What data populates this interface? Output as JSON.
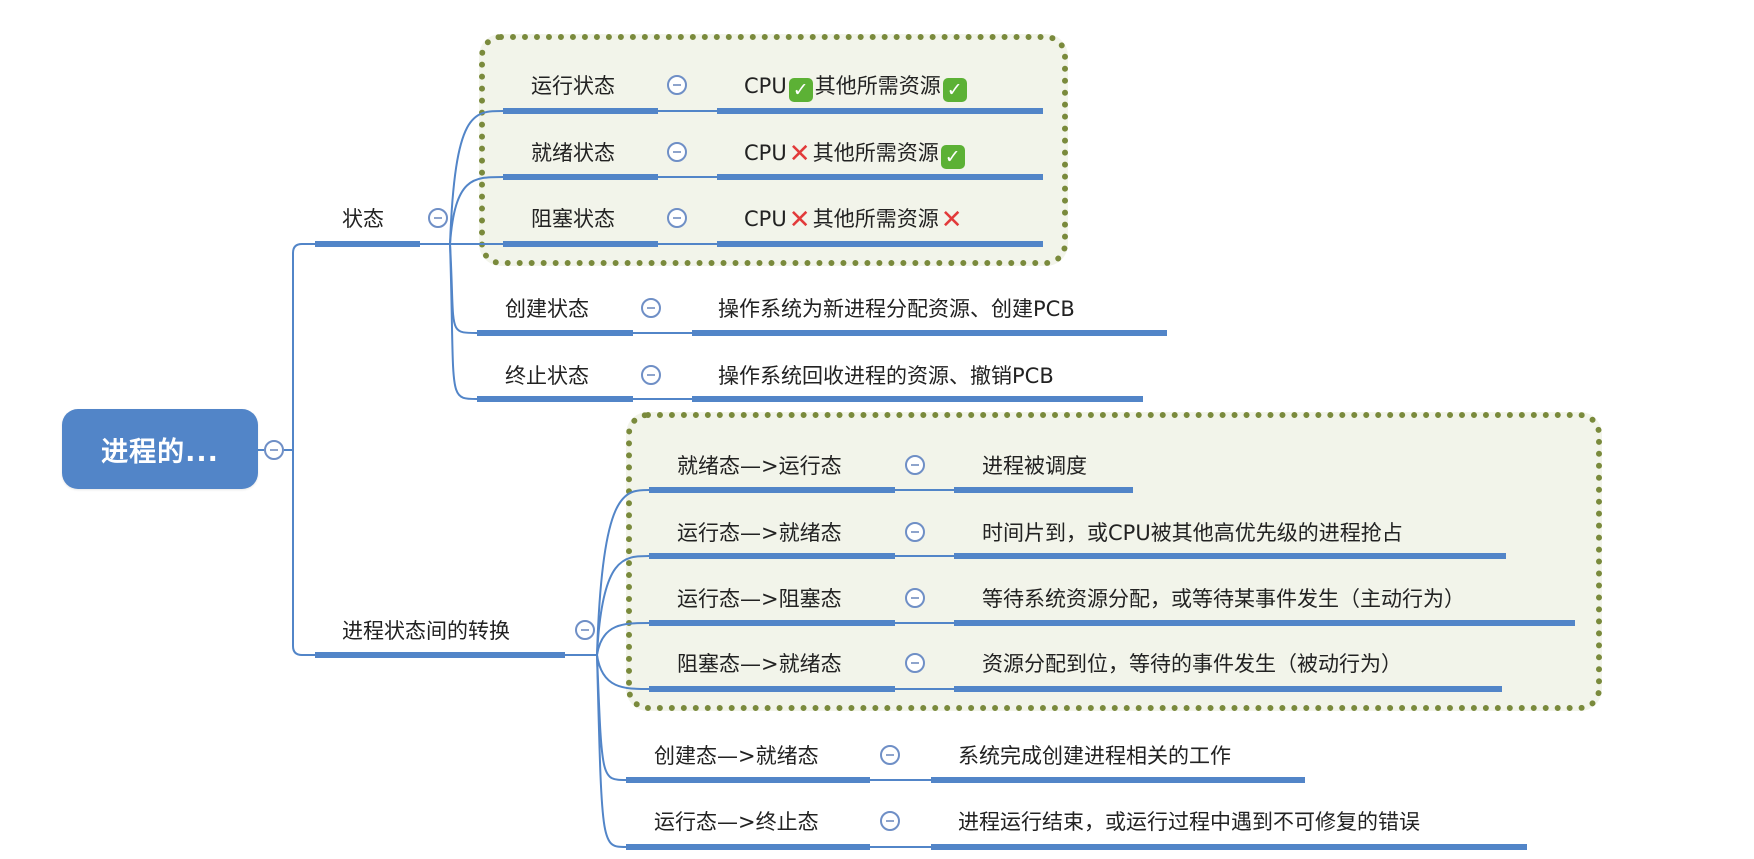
{
  "root": {
    "label": "进程的..."
  },
  "colors": {
    "branch": "#5285c8",
    "boundary_fill": "#f2f4ea",
    "boundary_border": "#7a8a3c",
    "check": "#5cb135",
    "cross": "#e23a3a"
  },
  "branches": [
    {
      "label": "状态",
      "grouped_children": [
        {
          "label": "运行状态",
          "value_parts": [
            "CPU",
            "check",
            "其他所需资源",
            "check"
          ]
        },
        {
          "label": "就绪状态",
          "value_parts": [
            "CPU",
            "cross",
            "其他所需资源",
            "check"
          ]
        },
        {
          "label": "阻塞状态",
          "value_parts": [
            "CPU",
            "cross",
            "其他所需资源",
            "cross"
          ]
        }
      ],
      "children": [
        {
          "label": "创建状态",
          "value": "操作系统为新进程分配资源、创建PCB"
        },
        {
          "label": "终止状态",
          "value": "操作系统回收进程的资源、撤销PCB"
        }
      ]
    },
    {
      "label": "进程状态间的转换",
      "grouped_children": [
        {
          "label": "就绪态—>运行态",
          "value": "进程被调度"
        },
        {
          "label": "运行态—>就绪态",
          "value": "时间片到，或CPU被其他高优先级的进程抢占"
        },
        {
          "label": "运行态—>阻塞态",
          "value": "等待系统资源分配，或等待某事件发生（主动行为）"
        },
        {
          "label": "阻塞态—>就绪态",
          "value": "资源分配到位，等待的事件发生（被动行为）"
        }
      ],
      "children": [
        {
          "label": "创建态—>就绪态",
          "value": "系统完成创建进程相关的工作"
        },
        {
          "label": "运行态—>终止态",
          "value": "进程运行结束，或运行过程中遇到不可修复的错误"
        }
      ]
    }
  ]
}
